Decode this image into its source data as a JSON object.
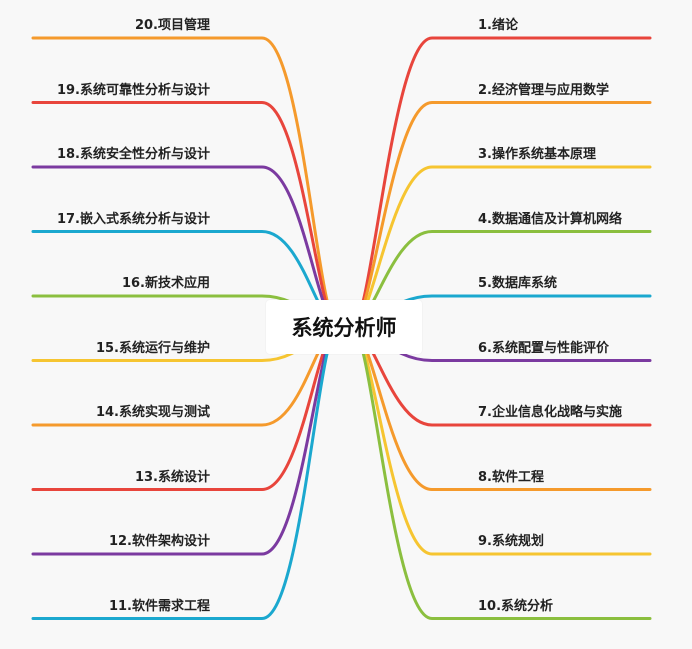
{
  "center": {
    "title": "系统分析师"
  },
  "palette": [
    "#e8453c",
    "#f59a2c",
    "#f6c531",
    "#8bbf3f",
    "#1ba8cf",
    "#7b3aa0"
  ],
  "right_nodes": [
    {
      "label": "1.绪论",
      "color": "#e8453c"
    },
    {
      "label": "2.经济管理与应用数学",
      "color": "#f59a2c"
    },
    {
      "label": "3.操作系统基本原理",
      "color": "#f6c531"
    },
    {
      "label": "4.数据通信及计算机网络",
      "color": "#8bbf3f"
    },
    {
      "label": "5.数据库系统",
      "color": "#1ba8cf"
    },
    {
      "label": "6.系统配置与性能评价",
      "color": "#7b3aa0"
    },
    {
      "label": "7.企业信息化战略与实施",
      "color": "#e8453c"
    },
    {
      "label": "8.软件工程",
      "color": "#f59a2c"
    },
    {
      "label": "9.系统规划",
      "color": "#f6c531"
    },
    {
      "label": "10.系统分析",
      "color": "#8bbf3f"
    }
  ],
  "left_nodes": [
    {
      "label": "20.项目管理",
      "color": "#f59a2c"
    },
    {
      "label": "19.系统可靠性分析与设计",
      "color": "#e8453c"
    },
    {
      "label": "18.系统安全性分析与设计",
      "color": "#7b3aa0"
    },
    {
      "label": "17.嵌入式系统分析与设计",
      "color": "#1ba8cf"
    },
    {
      "label": "16.新技术应用",
      "color": "#8bbf3f"
    },
    {
      "label": "15.系统运行与维护",
      "color": "#f6c531"
    },
    {
      "label": "14.系统实现与测试",
      "color": "#f59a2c"
    },
    {
      "label": "13.系统设计",
      "color": "#e8453c"
    },
    {
      "label": "12.软件架构设计",
      "color": "#7b3aa0"
    },
    {
      "label": "11.软件需求工程",
      "color": "#1ba8cf"
    }
  ]
}
